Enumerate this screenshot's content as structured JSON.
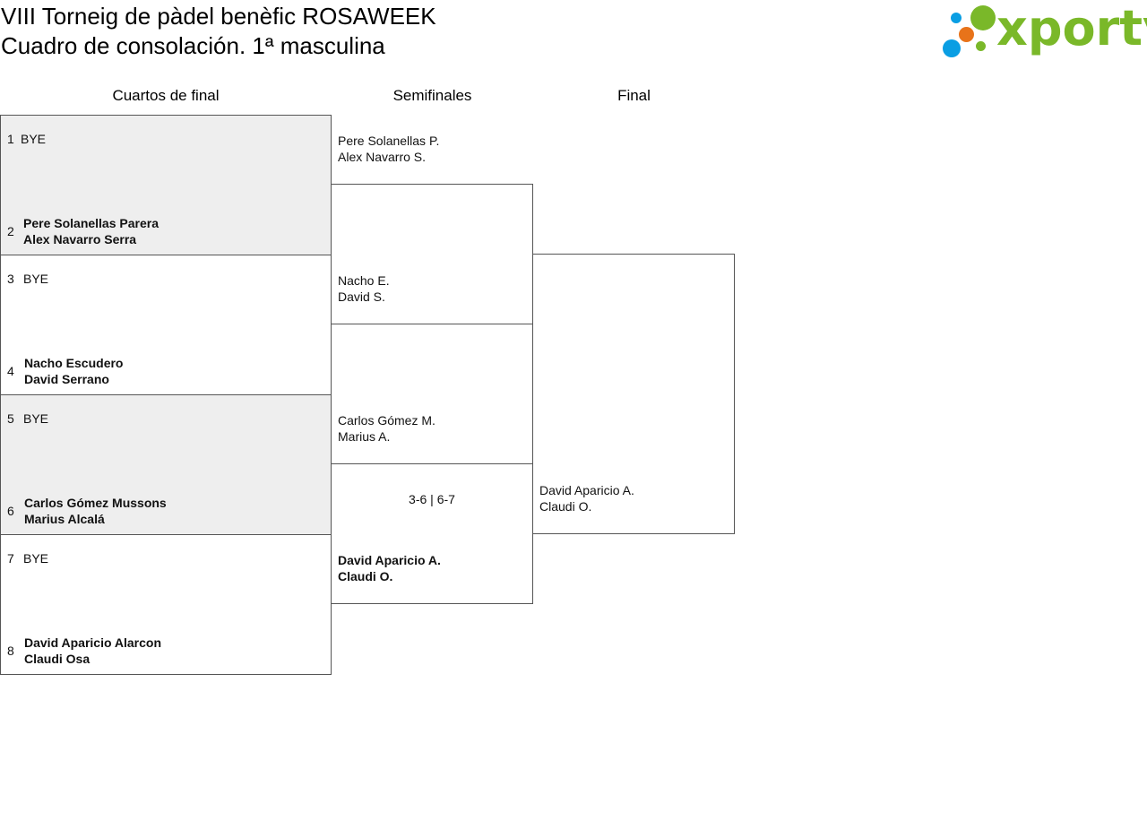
{
  "header": {
    "title_line1": "VIII Torneig de pàdel benèfic ROSAWEEK",
    "title_line2": "Cuadro de consolación. 1ª masculina"
  },
  "logo": {
    "text": "xporty",
    "colors": {
      "green": "#7ab829",
      "blue": "#0a9ee3",
      "orange": "#e8731a"
    }
  },
  "rounds": {
    "quarterfinals": "Cuartos de final",
    "semifinals": "Semifinales",
    "final": "Final"
  },
  "quarterfinals": [
    {
      "top": {
        "seed": "1",
        "name": "BYE",
        "name2": ""
      },
      "bottom": {
        "seed": "2",
        "name": "Pere Solanellas Parera",
        "name2": "Alex Navarro Serra"
      }
    },
    {
      "top": {
        "seed": "3",
        "name": "BYE",
        "name2": ""
      },
      "bottom": {
        "seed": "4",
        "name": "Nacho Escudero",
        "name2": "David Serrano"
      }
    },
    {
      "top": {
        "seed": "5",
        "name": "BYE",
        "name2": ""
      },
      "bottom": {
        "seed": "6",
        "name": "Carlos Gómez Mussons",
        "name2": "Marius Alcalá"
      }
    },
    {
      "top": {
        "seed": "7",
        "name": "BYE",
        "name2": ""
      },
      "bottom": {
        "seed": "8",
        "name": "David Aparicio Alarcon",
        "name2": "Claudi Osa"
      }
    }
  ],
  "semifinals": [
    {
      "top": {
        "name": "Pere Solanellas P.",
        "name2": "Alex Navarro S."
      },
      "bottom": {
        "name": "Nacho E.",
        "name2": "David S."
      },
      "score": ""
    },
    {
      "top": {
        "name": "Carlos Gómez M.",
        "name2": "Marius A."
      },
      "bottom": {
        "name": "David Aparicio A.",
        "name2": "Claudi O."
      },
      "score": "3-6 | 6-7"
    }
  ],
  "final": {
    "top": {
      "name": "",
      "name2": ""
    },
    "bottom": {
      "name": "David Aparicio A.",
      "name2": "Claudi O."
    }
  },
  "styles": {
    "shaded_background": "#eeeeee",
    "border_color": "#555555"
  }
}
